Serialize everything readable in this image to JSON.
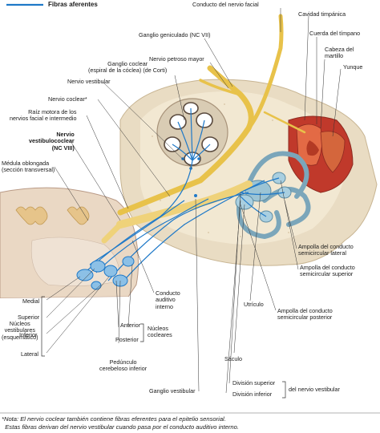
{
  "legend": {
    "label": "Fibras aferentes",
    "color": "#1f79c8"
  },
  "labels": {
    "conducto_nervio_facial": "Conducto del nervio facial",
    "cavidad_timpanica": "Cavidad timpánica",
    "cuerda_timpano": "Cuerda del tímpano",
    "cabeza_martillo": "Cabeza del\nmartillo",
    "yunque": "Yunque",
    "ganglio_geniculado": "Ganglio geniculado (NC VII)",
    "nervio_petroso_mayor": "Nervio petroso mayor",
    "ganglio_coclear": "Ganglio coclear\n(espiral de la cóclea) (de Corti)",
    "nervio_vestibular": "Nervio vestibular",
    "nervio_coclear": "Nervio coclear*",
    "raiz_motora": "Raíz motora de los\nnervios facial e intermedio",
    "nervio_vestibulococlear": "Nervio\nvestibulococlear\n(NC VIII)",
    "medula_oblongada": "Médula oblongada\n(sección transversal)",
    "conducto_auditivo_interno": "Conducto\nauditivo\ninterno",
    "ampolla_lateral": "Ampolla del conducto\nsemicircular lateral",
    "ampolla_superior": "Ampolla del conducto\nsemicircular superior",
    "utriculo": "Utrículo",
    "ampolla_posterior": "Ampolla del conducto\nsemicircular posterior",
    "sacculo": "Sáculo",
    "division_superior": "División superior",
    "division_inferior": "División inferior",
    "del_nervio_vestibular": "del nervio vestibular",
    "ganglio_vestibular": "Ganglio vestibular",
    "medial": "Medial",
    "superior": "Superior",
    "inferior": "Inferior",
    "lateral": "Lateral",
    "nucleos_vestibulares": "Núcleos\nvestibulares\n(esquemático)",
    "anterior": "Anterior",
    "posterior": "Posterior",
    "nucleos_cocleares": "Núcleos\ncocleares",
    "pedunculo": "Pedúnculo\ncerebeloso inferior"
  },
  "footnote": {
    "line1": "*Nota: El nervio coclear también contiene fibras eferentes para el epitelio sensorial.",
    "line2": "  Estas fibras derivan del nervio vestibular cuando pasa por el conducto auditivo interno."
  }
}
